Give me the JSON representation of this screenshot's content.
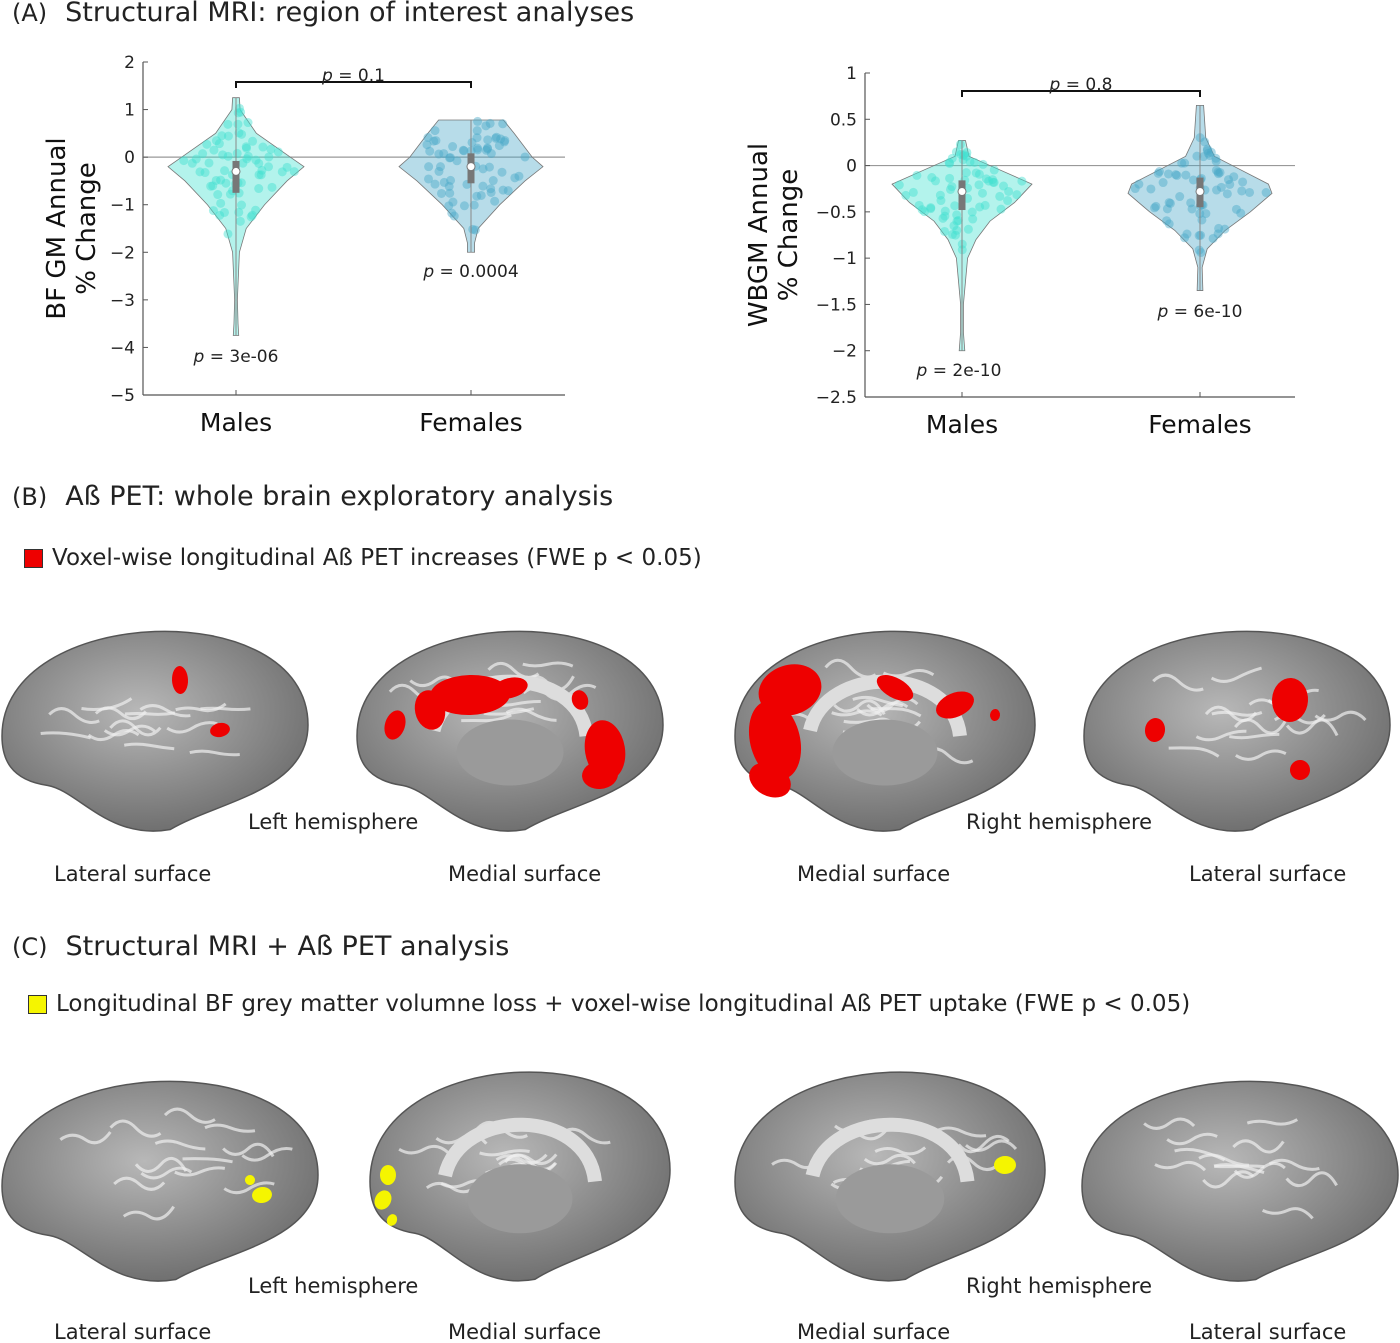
{
  "panel_a": {
    "letter": "(A)",
    "title": "Structural MRI: region of interest analyses"
  },
  "panel_b": {
    "letter": "(B)",
    "title": "Aß PET: whole brain exploratory analysis",
    "legend": "Voxel-wise longitudinal Aß PET increases (FWE p < 0.05)",
    "legend_color": "#ee0000",
    "hemi_left": "Left hemisphere",
    "hemi_right": "Right hemisphere",
    "views": [
      "Lateral surface",
      "Medial surface",
      "Medial surface",
      "Lateral surface"
    ]
  },
  "panel_c": {
    "letter": "(C)",
    "title": "Structural MRI + Aß PET analysis",
    "legend": "Longitudinal BF grey matter volumne loss + voxel-wise longitudinal Aß PET uptake (FWE p < 0.05)",
    "legend_color": "#f5f500",
    "hemi_left": "Left hemisphere",
    "hemi_right": "Right hemisphere",
    "views": [
      "Lateral surface",
      "Medial surface",
      "Medial surface",
      "Lateral surface"
    ]
  },
  "chart_data": [
    {
      "type": "violin",
      "ylabel": "BF GM Annual % Change",
      "ylabel_lines": [
        "BF GM Annual",
        "% Change"
      ],
      "ylim": [
        -5,
        2
      ],
      "yticks": [
        "2",
        "1",
        "0",
        "−1",
        "−2",
        "−3",
        "−4",
        "−5"
      ],
      "ytick_values": [
        2,
        1,
        0,
        -1,
        -2,
        -3,
        -4,
        -5
      ],
      "categories": [
        "Males",
        "Females"
      ],
      "comparison_label": "p = 0.1",
      "series": [
        {
          "name": "Males",
          "color": "#40e0d0",
          "median": -0.3,
          "q1": -0.75,
          "q3": -0.08,
          "min": -3.75,
          "max": 1.25,
          "p_label": "p = 3e-06",
          "density": [
            [
              1.25,
              0.05
            ],
            [
              1.0,
              0.06
            ],
            [
              0.5,
              0.3
            ],
            [
              0,
              0.8
            ],
            [
              -0.2,
              1
            ],
            [
              -0.5,
              0.75
            ],
            [
              -1,
              0.42
            ],
            [
              -1.5,
              0.15
            ],
            [
              -2,
              0.05
            ],
            [
              -3,
              0.02
            ],
            [
              -3.5,
              0.03
            ],
            [
              -3.75,
              0.04
            ]
          ]
        },
        {
          "name": "Females",
          "color": "#4aa8c8",
          "median": -0.2,
          "q1": -0.55,
          "q3": 0.08,
          "min": -2.0,
          "max": 0.78,
          "p_label": "p = 0.0004",
          "density": [
            [
              0.78,
              0.45
            ],
            [
              0.5,
              0.6
            ],
            [
              0,
              0.85
            ],
            [
              -0.2,
              1
            ],
            [
              -0.5,
              0.75
            ],
            [
              -1,
              0.4
            ],
            [
              -1.5,
              0.1
            ],
            [
              -1.8,
              0.05
            ],
            [
              -2,
              0.05
            ]
          ]
        }
      ]
    },
    {
      "type": "violin",
      "ylabel": "WBGM Annual % Change",
      "ylabel_lines": [
        "WBGM Annual",
        "% Change"
      ],
      "ylim": [
        -2.5,
        1
      ],
      "yticks": [
        "1",
        "0.5",
        "0",
        "−0.5",
        "−1",
        "−1.5",
        "−2",
        "−2.5"
      ],
      "ytick_values": [
        1,
        0.5,
        0,
        -0.5,
        -1,
        -1.5,
        -2,
        -2.5
      ],
      "categories": [
        "Males",
        "Females"
      ],
      "comparison_label": "p = 0.8",
      "series": [
        {
          "name": "Males",
          "color": "#40e0d0",
          "median": -0.28,
          "q1": -0.48,
          "q3": -0.16,
          "min": -2.0,
          "max": 0.27,
          "p_label": "p = 2e-10",
          "density": [
            [
              0.27,
              0.05
            ],
            [
              0.1,
              0.1
            ],
            [
              0,
              0.4
            ],
            [
              -0.2,
              1
            ],
            [
              -0.4,
              0.75
            ],
            [
              -0.6,
              0.4
            ],
            [
              -0.8,
              0.2
            ],
            [
              -1.0,
              0.08
            ],
            [
              -1.5,
              0.02
            ],
            [
              -1.8,
              0.02
            ],
            [
              -2,
              0.04
            ]
          ]
        },
        {
          "name": "Females",
          "color": "#4aa8c8",
          "median": -0.28,
          "q1": -0.45,
          "q3": -0.13,
          "min": -1.35,
          "max": 0.65,
          "p_label": "p = 6e-10",
          "density": [
            [
              0.65,
              0.05
            ],
            [
              0.3,
              0.08
            ],
            [
              0.1,
              0.2
            ],
            [
              0,
              0.45
            ],
            [
              -0.2,
              0.95
            ],
            [
              -0.3,
              1
            ],
            [
              -0.5,
              0.7
            ],
            [
              -0.7,
              0.35
            ],
            [
              -0.9,
              0.1
            ],
            [
              -1.1,
              0.03
            ],
            [
              -1.35,
              0.04
            ]
          ]
        }
      ]
    }
  ]
}
